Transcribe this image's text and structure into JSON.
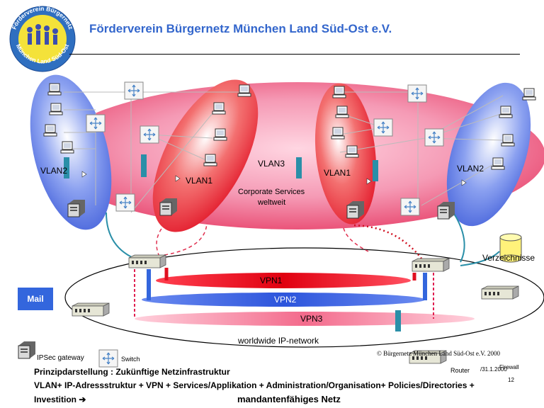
{
  "title": "Förderverein Bürgernetz München Land Süd-Ost e.V.",
  "logo": {
    "name": "logo-badge",
    "top_text": "Förderverein Bürgernetz",
    "bottom_text": "München Land Süd-Ost",
    "colors": {
      "ring": "#2f6fc0",
      "inner": "#f4e23a",
      "figures": "#3b4db0"
    }
  },
  "labels": {
    "vlan2_left": "VLAN2",
    "vlan1_left": "VLAN1",
    "vlan3": "VLAN3",
    "vlan1_right": "VLAN1",
    "vlan2_right": "VLAN2",
    "corporate_line1": "Corporate Services",
    "corporate_line2": "weltweit",
    "vpn1": "VPN1",
    "vpn2": "VPN2",
    "vpn3": "VPN3",
    "worldwide": "worldwide  IP-network",
    "directory": "Verzeichnisse",
    "mail": "Mail"
  },
  "legend": {
    "ipsec": "IPSec gateway",
    "switch": "Switch",
    "router": "Router",
    "firewall": "Firewall"
  },
  "footer": {
    "copyright": "© Bürgernetz München Land Süd-Ost e.V. 2000",
    "ref": "/31.1.2000",
    "page": "12",
    "line1": "Prinzipdarstellung : Zukünftige Netzinfrastruktur",
    "line2": "VLAN+ IP-Adressstruktur + VPN + Services/Applikation + Administration/Organisation+ Policies/Directories +",
    "line3": "Investition  ➔",
    "line4": "mandantenfähiges Netz"
  },
  "colors": {
    "corporate_blob": "#f4a0b8",
    "vlan1": "#e8202c",
    "vlan2": "#4466dd",
    "vpn1": "#e81020",
    "vpn2": "#3a62e0",
    "vpn3": "#f06080",
    "accent": "#3366cc",
    "teal": "#2a8fa8"
  }
}
